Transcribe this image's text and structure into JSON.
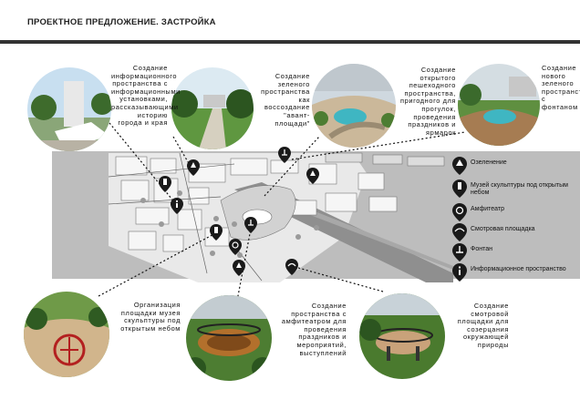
{
  "header": {
    "title": "ПРОЕКТНОЕ ПРЕДЛОЖЕНИЕ. ЗАСТРОЙКА"
  },
  "captions": {
    "c1": "Создание информационного пространства с информационными установками, рассказывающими историю города и края",
    "c2": "Создание зеленого пространства как воссоздание \"авант-площади\"",
    "c3": "Создание открытого пешеходного пространства, пригодного для прогулок, проведения праздников и ярмарок",
    "c4": "Создание нового зеленого пространства с фонтаном",
    "c5": "Организация площадки музея скульптуры под открытым небом",
    "c6": "Создание пространства с амфитеатром для проведения праздников и мероприятий, выступлений",
    "c7": "Создание смотровой площадки для созерцания окружающей природы"
  },
  "legend": [
    {
      "icon": "tree-icon",
      "label": "Озеленение"
    },
    {
      "icon": "statue-icon",
      "label": "Музей скульптуры под открытым небом"
    },
    {
      "icon": "amphitheater-icon",
      "label": "Амфитеатр"
    },
    {
      "icon": "viewpoint-icon",
      "label": "Смотровая площадка"
    },
    {
      "icon": "fountain-icon",
      "label": "Фонтан"
    },
    {
      "icon": "info-icon",
      "label": "Информационное пространство"
    }
  ],
  "colors": {
    "pin": "#1a1a1a",
    "band": "#bdbdbd",
    "water": "#3fb6c2",
    "grass": "#4f8f35"
  }
}
